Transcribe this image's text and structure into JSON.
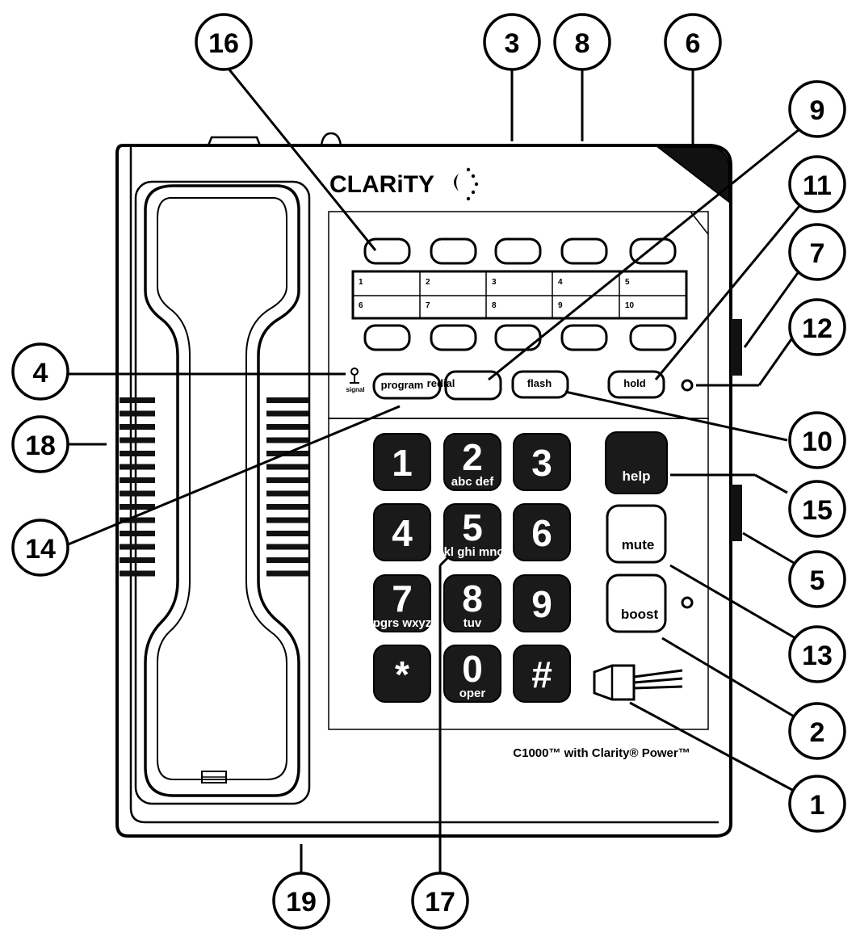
{
  "brand": "CLARiTY",
  "model_caption": "C1000™ with Clarity® Power™",
  "signal_label": "signal",
  "memory_card_numbers": [
    "1",
    "2",
    "3",
    "4",
    "5",
    "6",
    "7",
    "8",
    "9",
    "10"
  ],
  "function_buttons": {
    "program": "program",
    "redial": "redial",
    "flash": "flash",
    "hold": "hold",
    "help": "help",
    "mute": "mute",
    "boost": "boost"
  },
  "keypad": [
    {
      "digit": "1",
      "sub": ""
    },
    {
      "digit": "2",
      "sub": "abc def"
    },
    {
      "digit": "3",
      "sub": ""
    },
    {
      "digit": "4",
      "sub": ""
    },
    {
      "digit": "5",
      "sub": "jkl ghi mno"
    },
    {
      "digit": "6",
      "sub": ""
    },
    {
      "digit": "7",
      "sub": "pgrs wxyz"
    },
    {
      "digit": "8",
      "sub": "tuv"
    },
    {
      "digit": "9",
      "sub": ""
    },
    {
      "digit": "*",
      "sub": ""
    },
    {
      "digit": "0",
      "sub": "oper"
    },
    {
      "digit": "#",
      "sub": ""
    }
  ],
  "callouts": [
    "1",
    "2",
    "3",
    "4",
    "5",
    "6",
    "7",
    "8",
    "9",
    "10",
    "11",
    "12",
    "13",
    "14",
    "15",
    "16",
    "17",
    "18",
    "19"
  ],
  "colors": {
    "key_dark": "#1a1a1a",
    "outline": "#000000",
    "background": "#ffffff"
  }
}
